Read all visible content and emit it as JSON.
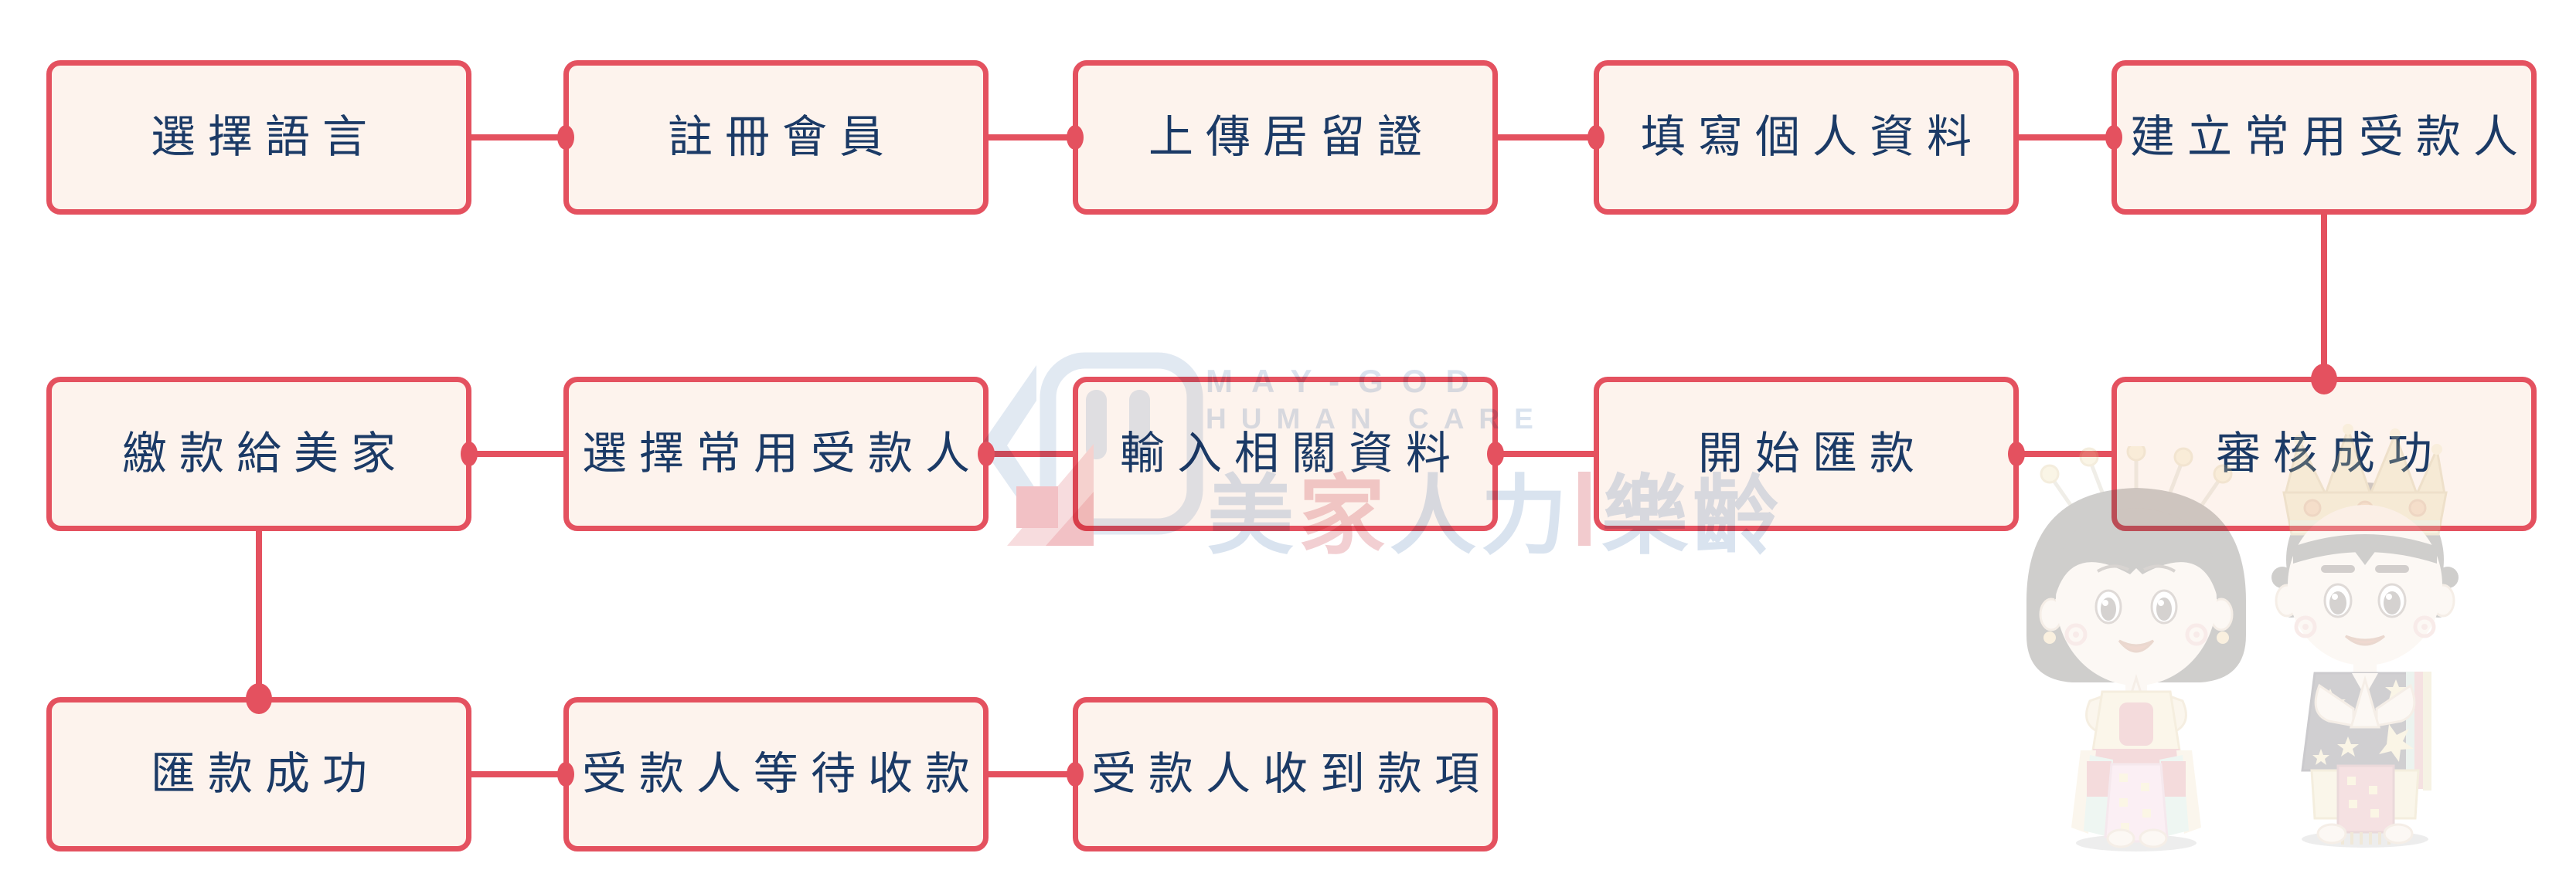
{
  "flow": {
    "rows": [
      {
        "steps": [
          {
            "label": "選擇語言"
          },
          {
            "label": "註冊會員"
          },
          {
            "label": "上傳居留證"
          },
          {
            "label": "填寫個人資料"
          },
          {
            "label": "建立常用受款人"
          }
        ]
      },
      {
        "steps": [
          {
            "label": "繳款給美家"
          },
          {
            "label": "選擇常用受款人"
          },
          {
            "label": "輸入相關資料"
          },
          {
            "label": "開始匯款"
          },
          {
            "label": "審核成功"
          }
        ]
      },
      {
        "steps": [
          {
            "label": "匯款成功"
          },
          {
            "label": "受款人等待收款"
          },
          {
            "label": "受款人收到款項"
          }
        ]
      }
    ]
  },
  "watermark": {
    "brand": "MAY-GOD",
    "brand_sub": "HUMAN CARE",
    "cjk_first": "美",
    "cjk_accent": "家",
    "cjk_rest": "人力",
    "cjk_suffix": "樂齡"
  },
  "decorations": {
    "mascot_left": "praying-girl-traditional-costume",
    "mascot_right": "praying-king-with-crown"
  },
  "colors": {
    "accent_red": "#e4515f",
    "box_fill": "#fdf3ed",
    "text_navy": "#1b3a66",
    "watermark_blue": "#b9cbe2",
    "watermark_pink": "#e8a8ad"
  }
}
